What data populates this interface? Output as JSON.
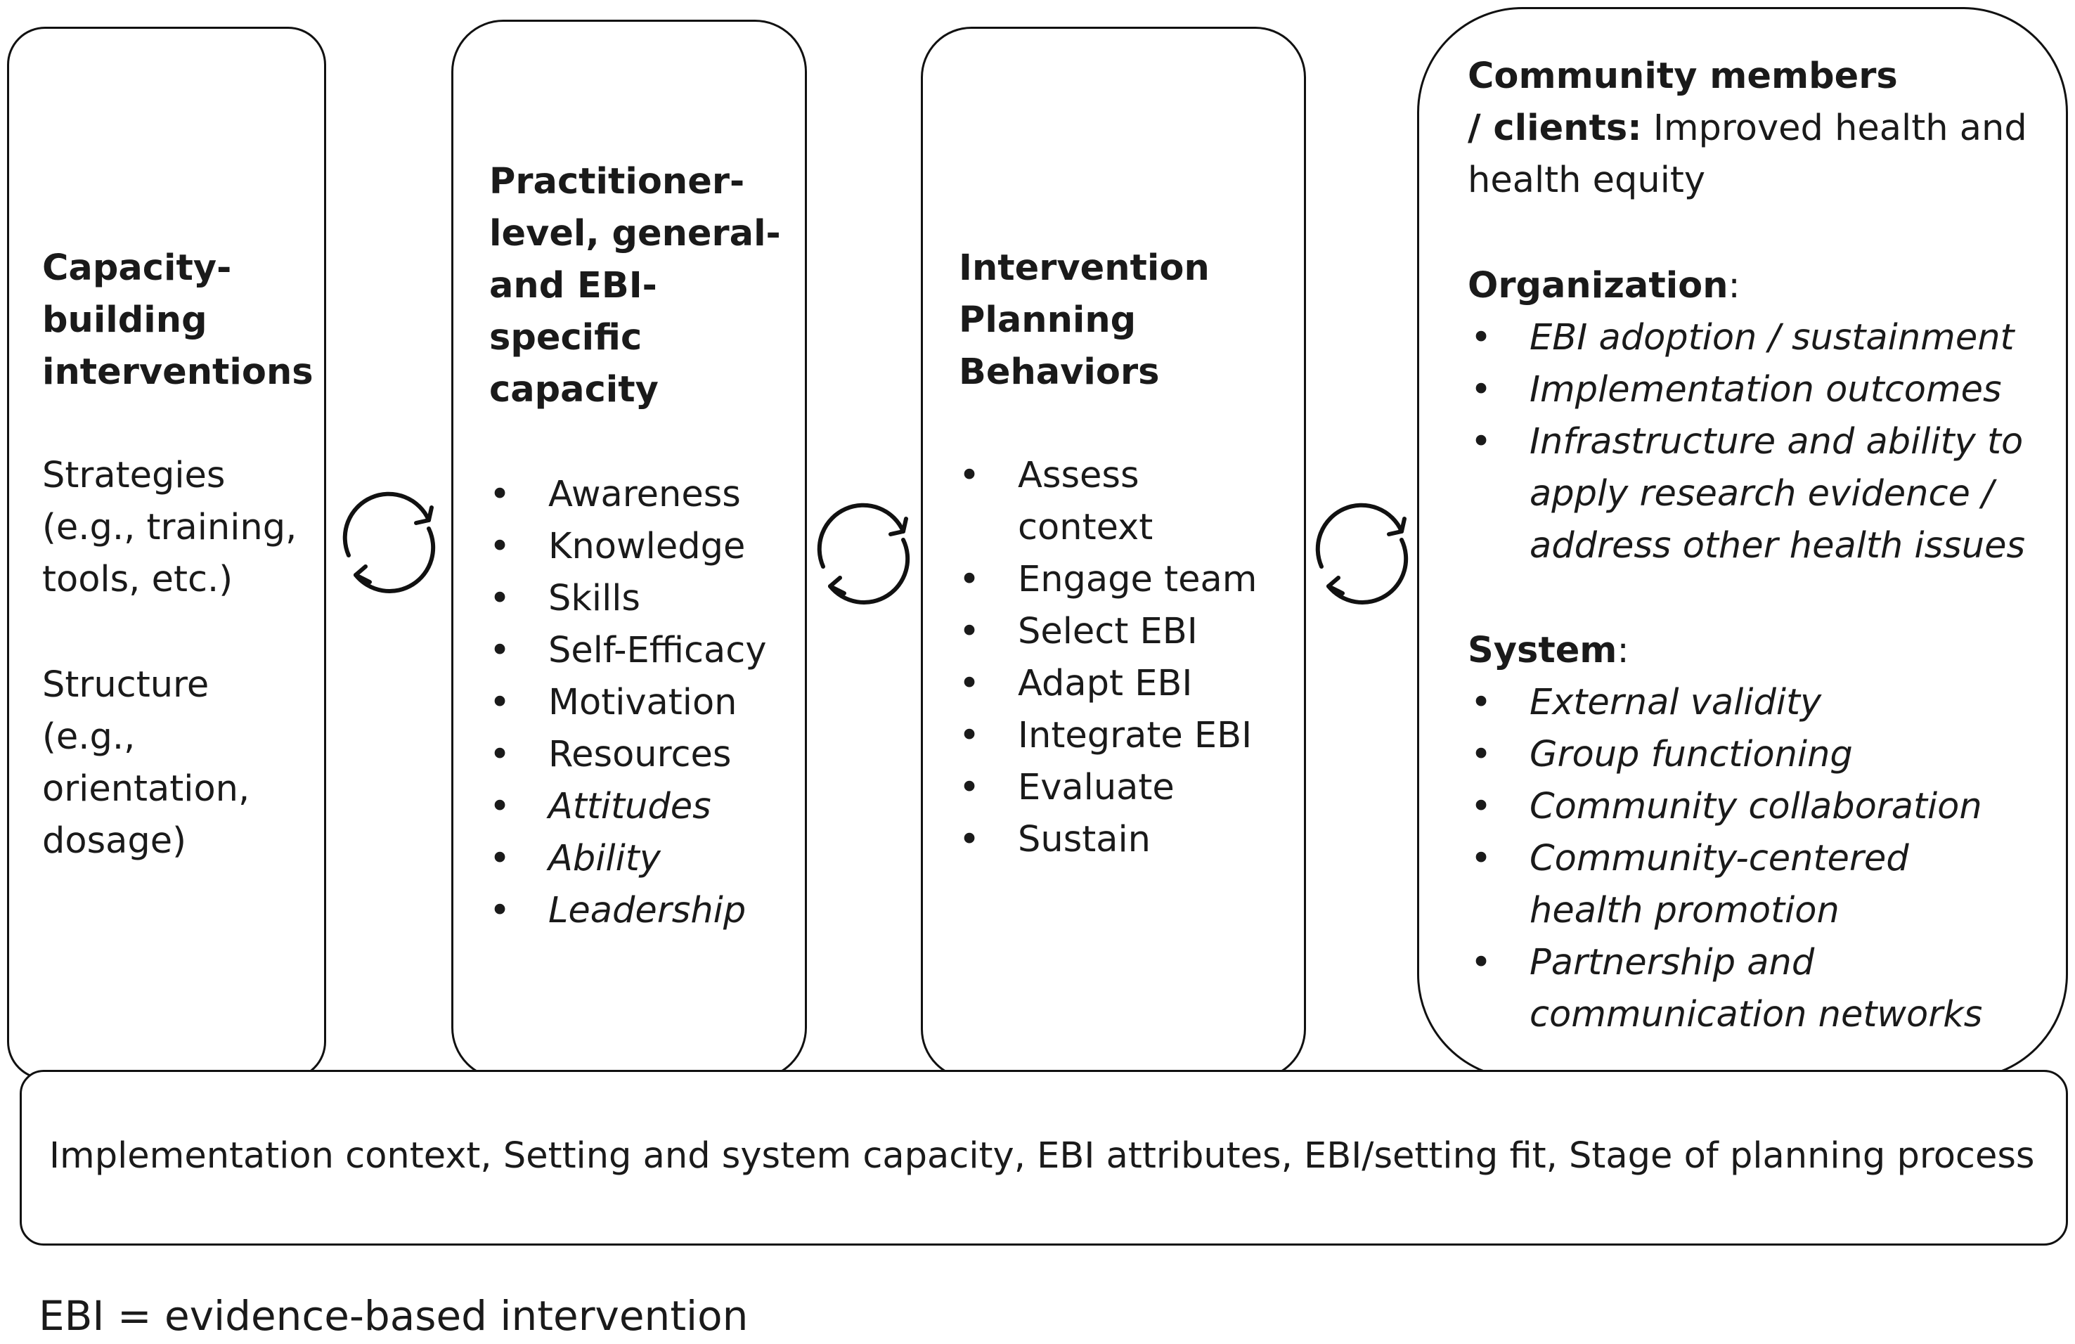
{
  "boxes": {
    "capacity_building": {
      "title_lines": [
        "Capacity-",
        "building",
        "interventions"
      ],
      "strategies_lines": [
        "Strategies",
        "(e.g., training,",
        "tools, etc.)"
      ],
      "structure_lines": [
        "Structure",
        "(e.g.,",
        "orientation,",
        "dosage)"
      ]
    },
    "practitioner_capacity": {
      "title_lines": [
        "Practitioner-",
        "level, general-",
        "and EBI-",
        "specific",
        "capacity"
      ],
      "items": [
        {
          "text": "Awareness",
          "italic": false
        },
        {
          "text": "Knowledge",
          "italic": false
        },
        {
          "text": "Skills",
          "italic": false
        },
        {
          "text": "Self-Efficacy",
          "italic": false
        },
        {
          "text": "Motivation",
          "italic": false
        },
        {
          "text": "Resources",
          "italic": false
        },
        {
          "text": "Attitudes",
          "italic": true
        },
        {
          "text": "Ability",
          "italic": true
        },
        {
          "text": "Leadership",
          "italic": true
        }
      ]
    },
    "planning_behaviors": {
      "title_lines": [
        "Intervention",
        "Planning",
        "Behaviors"
      ],
      "items": [
        [
          "Assess",
          "context"
        ],
        [
          "Engage team"
        ],
        [
          "Select EBI"
        ],
        [
          "Adapt EBI"
        ],
        [
          "Integrate EBI"
        ],
        [
          "Evaluate"
        ],
        [
          "Sustain"
        ]
      ]
    },
    "outcomes": {
      "community_bold_1": "Community members",
      "community_bold_2": "/ clients:",
      "community_rest_1": " Improved health and",
      "community_rest_2": "health equity",
      "org_label": "Organization",
      "org_items": [
        [
          "EBI adoption / sustainment"
        ],
        [
          "Implementation outcomes"
        ],
        [
          "Infrastructure and ability to",
          "apply research evidence /",
          "address other health issues"
        ]
      ],
      "system_label": "System",
      "system_items": [
        [
          "External validity"
        ],
        [
          "Group functioning"
        ],
        [
          "Community collaboration"
        ],
        [
          "Community-centered",
          "health promotion"
        ],
        [
          "Partnership and",
          "communication networks"
        ]
      ]
    }
  },
  "context_bar": "Implementation context, Setting and system capacity, EBI attributes, EBI/setting fit, Stage of planning process",
  "footnote": "EBI = evidence-based intervention",
  "bullet": "•",
  "colon": ":"
}
